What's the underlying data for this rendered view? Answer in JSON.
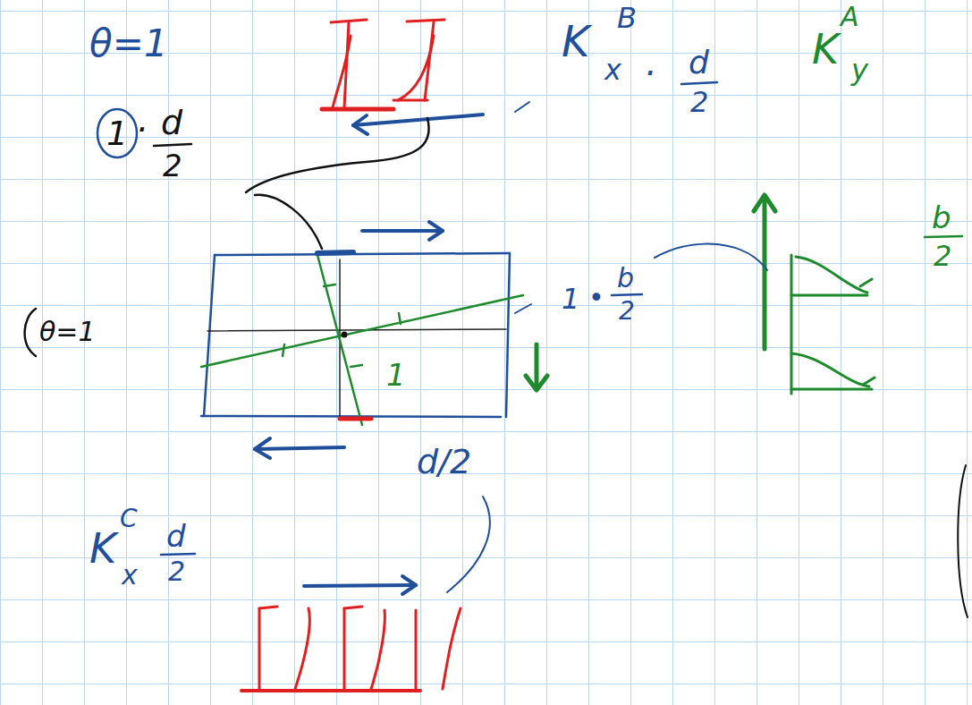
{
  "diagram": {
    "labels": [
      "θ=1",
      "1",
      "·",
      "d",
      "2",
      "K",
      "x",
      "B",
      "·",
      "d",
      "2",
      "K",
      "A",
      "y",
      "b",
      "2",
      "1",
      "•",
      "b",
      "2",
      "θ=1",
      "1",
      "d/2",
      "K",
      "C",
      "x",
      "d",
      "2"
    ]
  }
}
